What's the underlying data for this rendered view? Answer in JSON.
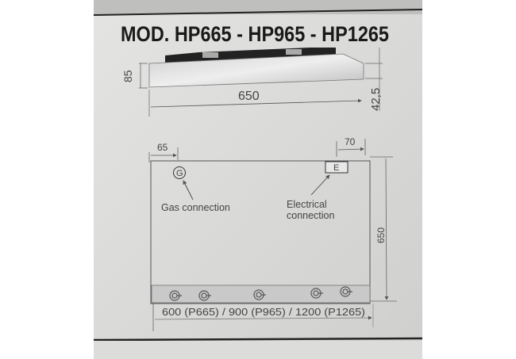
{
  "title": "MOD. HP665 - HP965 - HP1265",
  "side_view": {
    "height_label": "85",
    "width_label": "650",
    "side_height_label": "42,5"
  },
  "top_view": {
    "gas_offset_label": "65",
    "electrical_offset_label": "70",
    "depth_label": "650",
    "gas_symbol": "G",
    "electrical_symbol": "E",
    "gas_label": "Gas connection",
    "electrical_label_line1": "Electrical",
    "electrical_label_line2": "connection",
    "width_label": "600 (P665) / 900 (P965) / 1200 (P1265)"
  }
}
